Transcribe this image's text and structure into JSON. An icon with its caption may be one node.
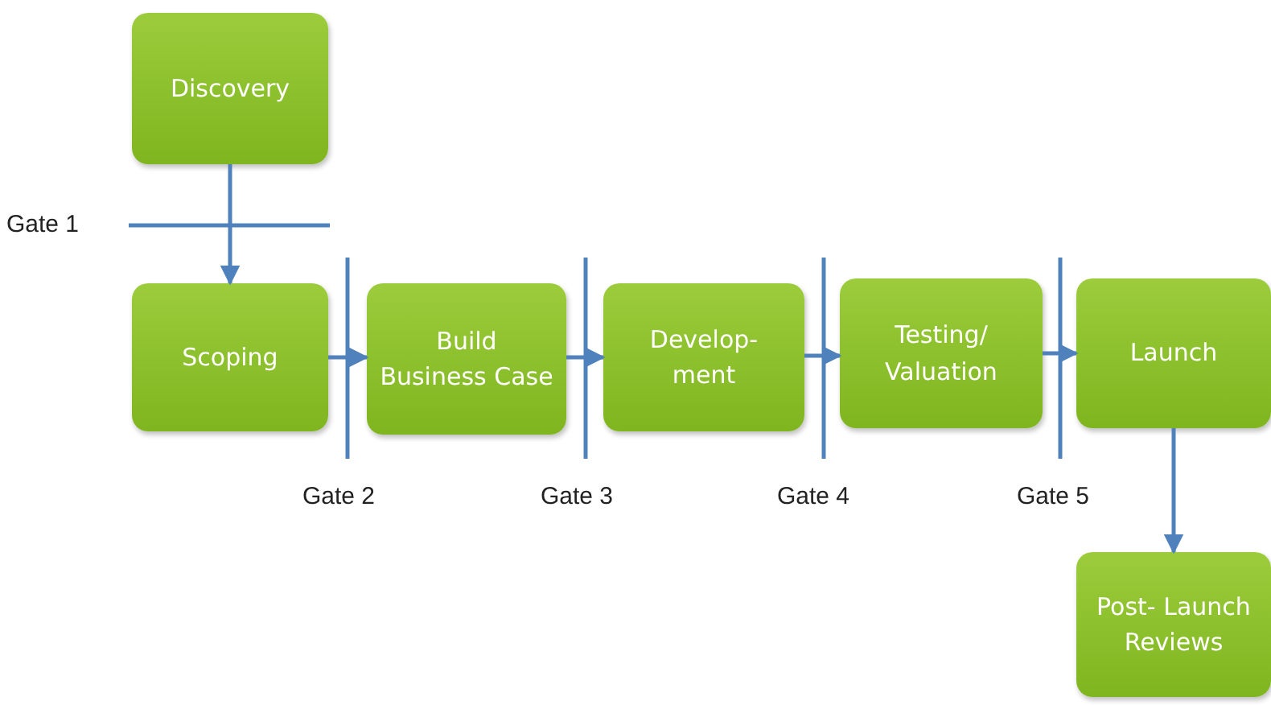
{
  "diagram": {
    "nodes": [
      {
        "text": [
          "Discovery"
        ]
      },
      {
        "text": [
          "Scoping"
        ]
      },
      {
        "text": [
          "Build Business Case"
        ]
      },
      {
        "text": [
          "Develop- ment"
        ]
      },
      {
        "text": [
          "Testing/ Valuation"
        ]
      },
      {
        "text": [
          "Launch"
        ]
      },
      {
        "text": [
          "Post- Launch Reviews"
        ]
      }
    ],
    "edges": [
      {
        "from": 0,
        "to": 1,
        "arrow": "to"
      },
      {
        "from": 1,
        "to": 2,
        "arrow": "to"
      },
      {
        "from": 2,
        "to": 3,
        "arrow": "to"
      },
      {
        "from": 3,
        "to": 4,
        "arrow": "to"
      },
      {
        "from": 4,
        "to": 5,
        "arrow": "to"
      },
      {
        "from": 5,
        "to": 6,
        "arrow": "to"
      }
    ],
    "labels": [
      "Gate 1",
      "Gate 2",
      "Gate 3",
      "Gate 4",
      "Gate 5"
    ]
  }
}
